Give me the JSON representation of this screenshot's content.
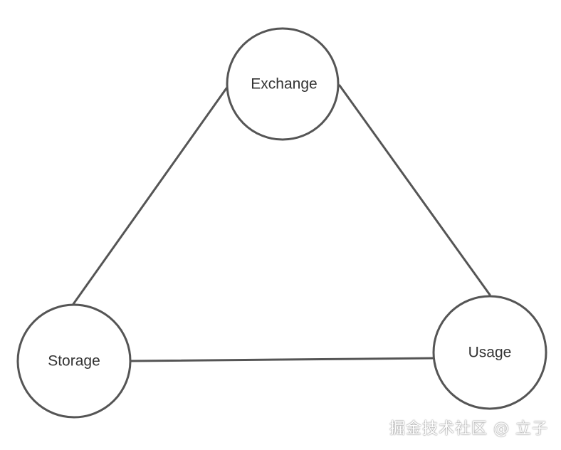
{
  "nodes": {
    "exchange": {
      "label": "Exchange"
    },
    "storage": {
      "label": "Storage"
    },
    "usage": {
      "label": "Usage"
    }
  },
  "watermark": "掘金技术社区 @ 立子",
  "colors": {
    "stroke": "#555555",
    "text": "#333333",
    "background": "#ffffff"
  }
}
